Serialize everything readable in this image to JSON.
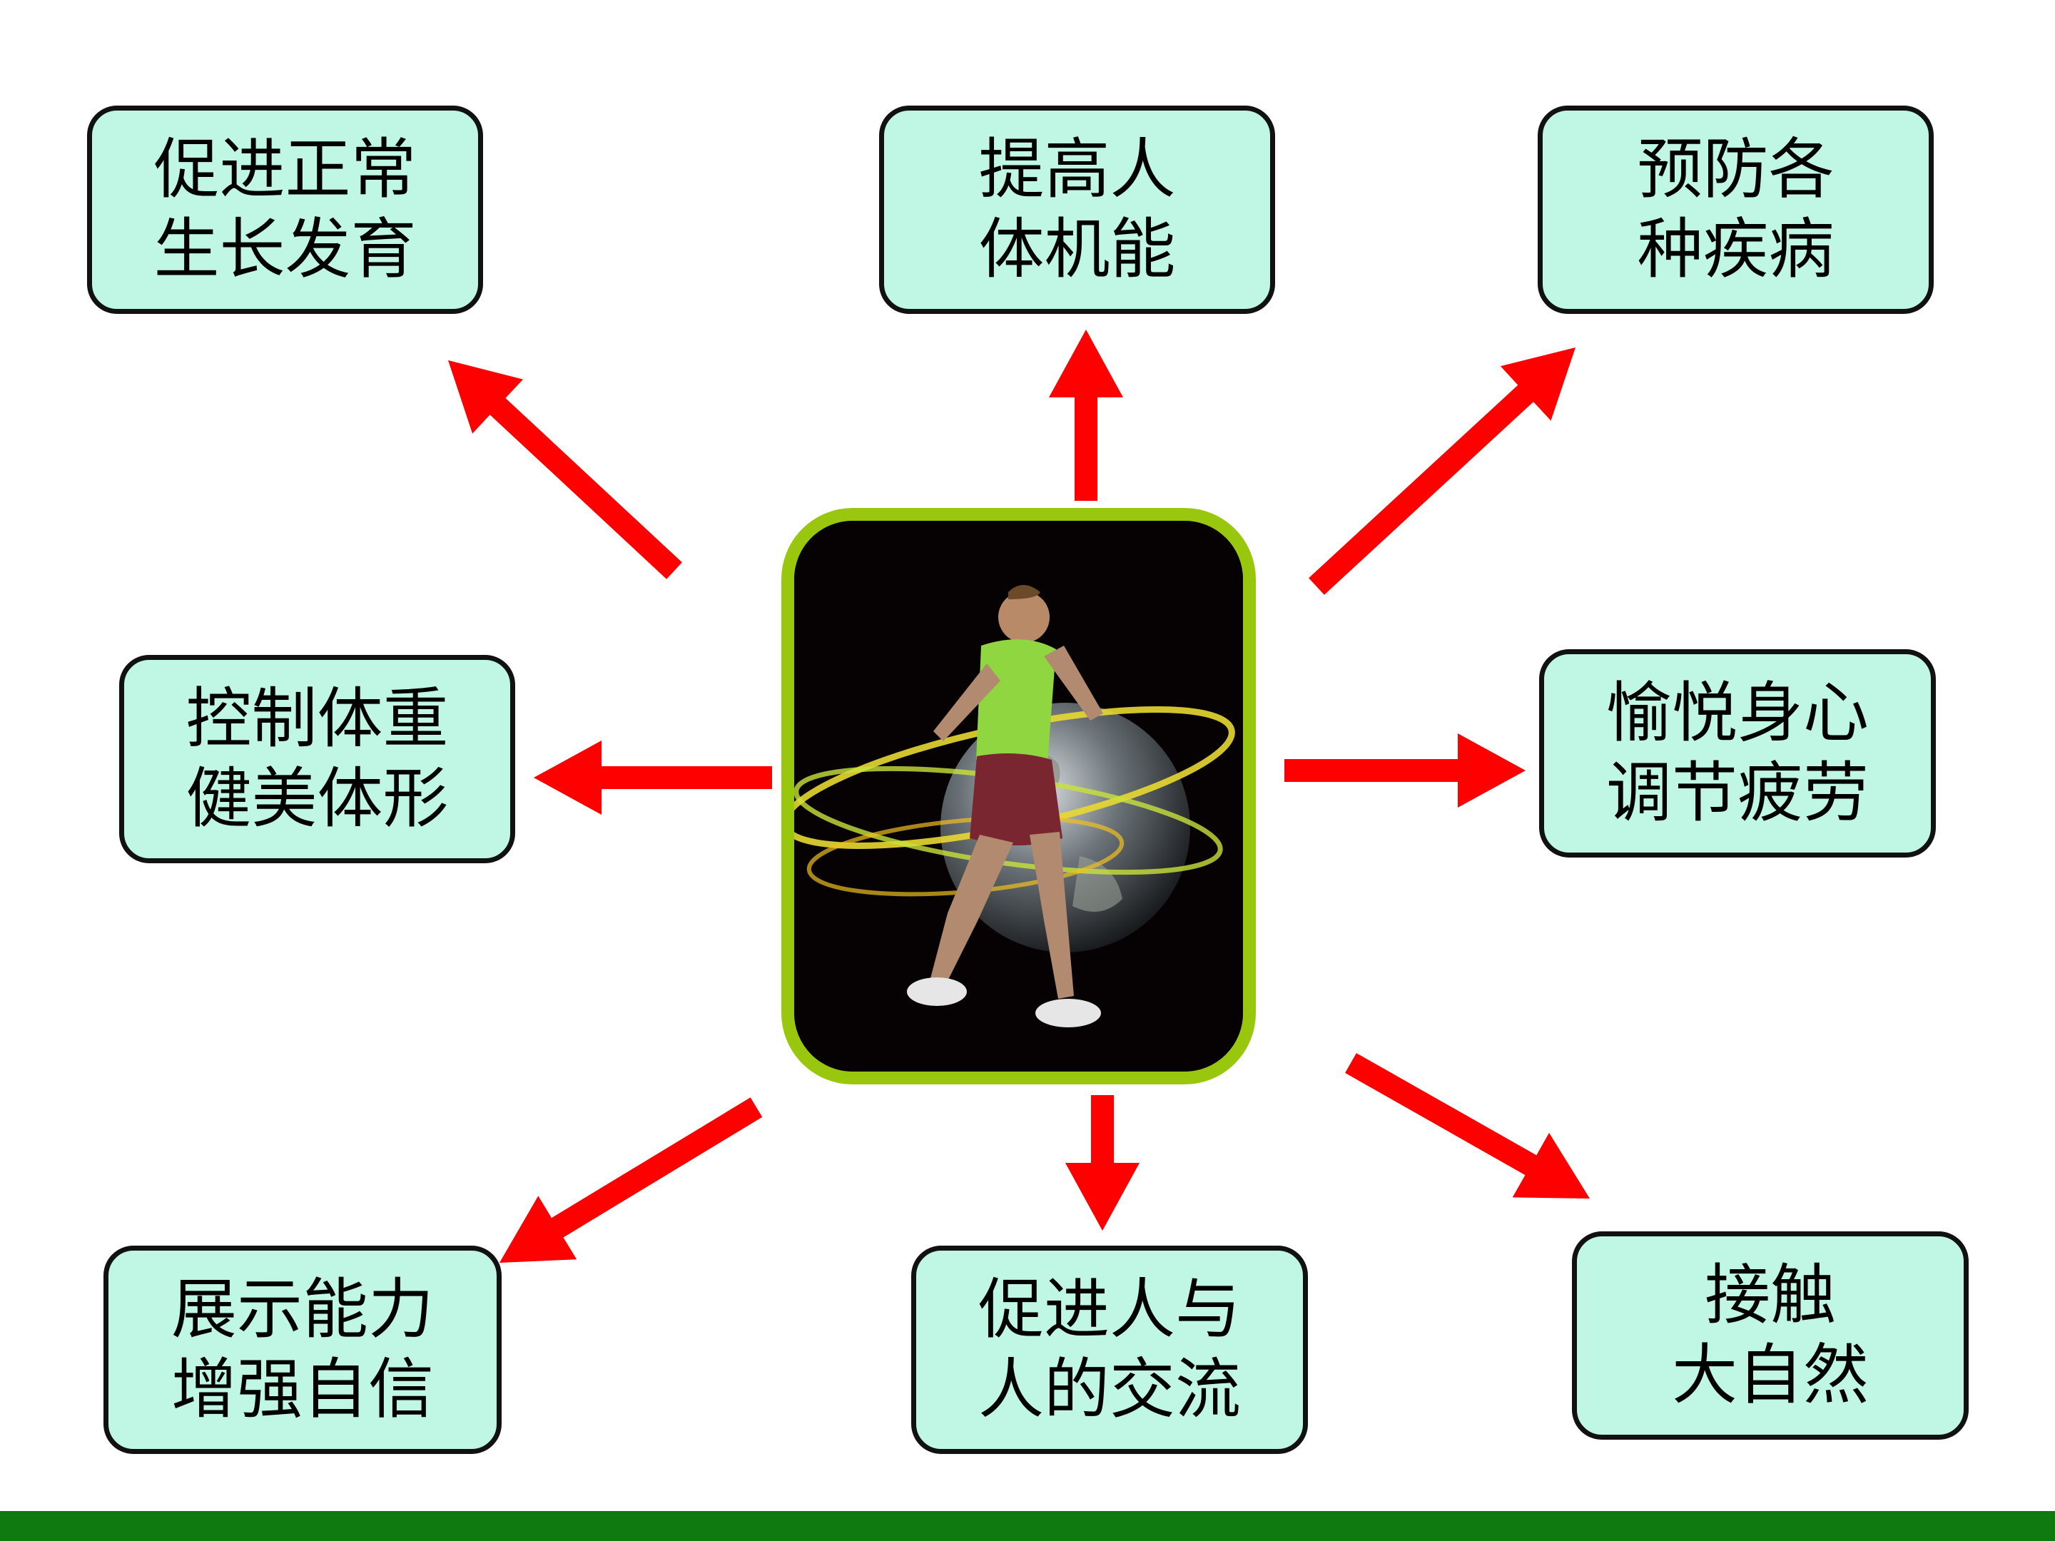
{
  "colors": {
    "box_fill": "#bff6e4",
    "box_border": "#111111",
    "arrow": "#ff0000",
    "center_frame": "#99c70e",
    "bottom_bar": "#0f7a0f"
  },
  "center": {
    "image_icon": "runner-earth-icon"
  },
  "benefits": [
    {
      "id": "top-left",
      "line1": "促进正常",
      "line2": "生长发育"
    },
    {
      "id": "top-center",
      "line1": "提高人",
      "line2": "体机能"
    },
    {
      "id": "top-right",
      "line1": "预防各",
      "line2": "种疾病"
    },
    {
      "id": "middle-left",
      "line1": "控制体重",
      "line2": "健美体形"
    },
    {
      "id": "middle-right",
      "line1": "愉悦身心",
      "line2": "调节疲劳"
    },
    {
      "id": "bottom-left",
      "line1": "展示能力",
      "line2": "增强自信"
    },
    {
      "id": "bottom-center",
      "line1": "促进人与",
      "line2": "人的交流"
    },
    {
      "id": "bottom-right",
      "line1": "接触",
      "line2": "大自然"
    }
  ]
}
